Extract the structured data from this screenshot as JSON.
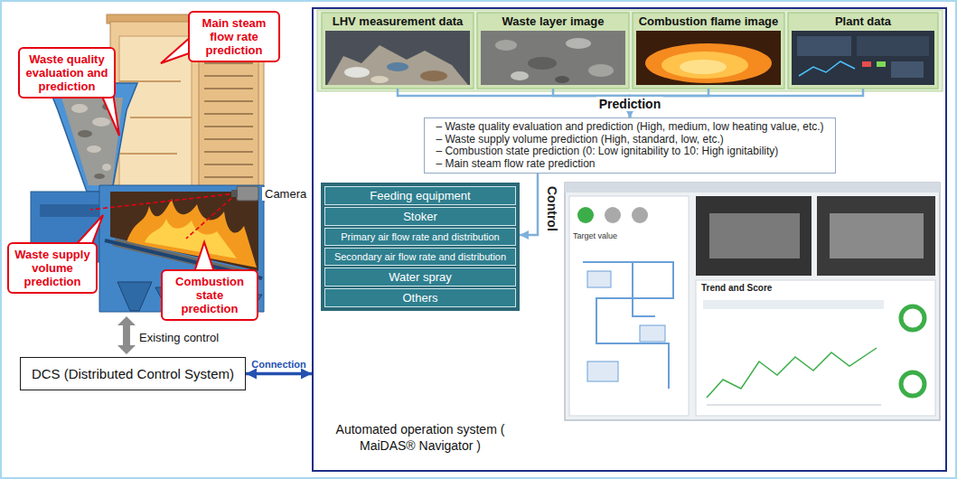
{
  "diagram": {
    "nodes": [
      {
        "text": [
          "Waste quality evaluation and prediction"
        ]
      },
      {
        "text": [
          "Main steam flow rate prediction"
        ]
      },
      {
        "text": [
          "Waste supply volume prediction"
        ]
      },
      {
        "text": [
          "Combustion state prediction"
        ]
      },
      {
        "text": [
          "DCS (Distributed Control System)"
        ]
      },
      {
        "text": [
          "Automated operation system ( MaiDAS® Navigator )"
        ]
      },
      {
        "text": [
          "LHV measurement data"
        ],
        "in": 5
      },
      {
        "text": [
          "Waste layer image"
        ],
        "in": 5
      },
      {
        "text": [
          "Combustion flame image"
        ],
        "in": 5
      },
      {
        "text": [
          "Plant data"
        ],
        "in": 5
      },
      {
        "text": [
          "– Waste quality evaluation and prediction (High, medium, low heating value, etc.)",
          "– Waste supply volume prediction (High, standard, low, etc.)",
          "– Combustion state prediction (0: Low ignitability to 10: High ignitability)",
          "– Main steam flow rate prediction"
        ],
        "in": 5
      },
      {
        "text": [],
        "in": 5
      },
      {
        "text": [
          "Feeding equipment"
        ],
        "in": 11
      },
      {
        "text": [
          "Stoker"
        ],
        "in": 11
      },
      {
        "text": [
          "Primary air flow rate and distribution"
        ],
        "in": 11
      },
      {
        "text": [
          "Secondary air flow rate and distribution"
        ],
        "in": 11
      },
      {
        "text": [
          "Water spray"
        ],
        "in": 11
      },
      {
        "text": [
          "Others"
        ],
        "in": 11
      }
    ],
    "edges": [
      {
        "from": 6,
        "to": 10,
        "arrow": "to"
      },
      {
        "from": 7,
        "to": 10,
        "arrow": "to"
      },
      {
        "from": 8,
        "to": 10,
        "arrow": "to"
      },
      {
        "from": 9,
        "to": 10,
        "arrow": "to"
      },
      {
        "from": 10,
        "to": 11,
        "arrow": "to"
      },
      {
        "from": 4,
        "to": 5,
        "label": "Connection",
        "arrow": "both"
      }
    ],
    "labels": [
      "Camera",
      "Existing control",
      "Prediction",
      "Control",
      "Target value",
      "Trend and Score"
    ]
  }
}
